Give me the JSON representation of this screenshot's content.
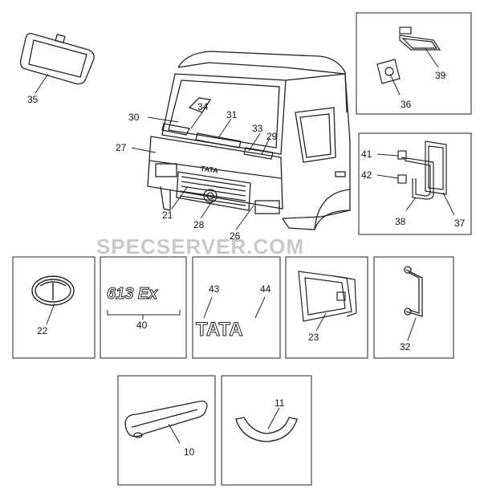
{
  "watermark": "SPECSERVER.COM",
  "main_assembly": {
    "callouts": [
      "30",
      "34",
      "31",
      "33",
      "29",
      "27",
      "21",
      "28",
      "26"
    ]
  },
  "mirror_panel": {
    "callouts": [
      "39",
      "36"
    ]
  },
  "side_mirror_panel": {
    "callouts": [
      "41",
      "42",
      "38",
      "37"
    ]
  },
  "sun_visor": {
    "callout": "35"
  },
  "emblem_panel": {
    "callout": "22"
  },
  "badge_panel": {
    "badge_text": "613 Ex",
    "callout": "40"
  },
  "tata_panel": {
    "word": "TATA",
    "callouts": [
      "43",
      "44"
    ]
  },
  "bracket_panel": {
    "callout": "23"
  },
  "grab_handle_panel": {
    "callout": "32"
  },
  "handle_panel": {
    "callout": "10"
  },
  "cup_handle_panel": {
    "callout": "11"
  },
  "cab_logo_text": "TATA"
}
